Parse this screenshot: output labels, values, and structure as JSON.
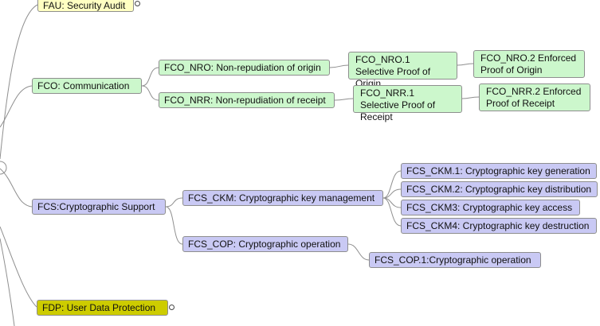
{
  "nodes": {
    "fau": "FAU: Security Audit",
    "fco": "FCO: Communication",
    "fco_nro": "FCO_NRO: Non-repudiation of origin",
    "fco_nrr": "FCO_NRR: Non-repudiation of receipt",
    "fco_nro_1": "FCO_NRO.1 Selective Proof of Origin",
    "fco_nro_2": "FCO_NRO.2  Enforced Proof of Origin",
    "fco_nrr_1": "FCO_NRR.1 Selective Proof of Receipt",
    "fco_nrr_2": "FCO_NRR.2  Enforced Proof of Receipt",
    "fcs": "FCS:Cryptographic Support",
    "fcs_ckm": "FCS_CKM: Cryptographic key management",
    "fcs_cop": "FCS_COP: Cryptographic operation",
    "fcs_ckm_1": "FCS_CKM.1: Cryptographic key generation",
    "fcs_ckm_2": "FCS_CKM.2: Cryptographic key distribution",
    "fcs_ckm_3": "FCS_CKM3: Cryptographic key access",
    "fcs_ckm_4": "FCS_CKM4: Cryptographic key destruction",
    "fcs_cop_1": "FCS_COP.1:Cryptographic operation",
    "fdp": "FDP: User Data Protection"
  },
  "colors": {
    "family_yellow": "#ffffc2",
    "communication_green": "#ccf7cc",
    "crypto_blue": "#c9c9f4",
    "fdp_olive": "#cdcc00",
    "edge": "#8f8f8f"
  }
}
